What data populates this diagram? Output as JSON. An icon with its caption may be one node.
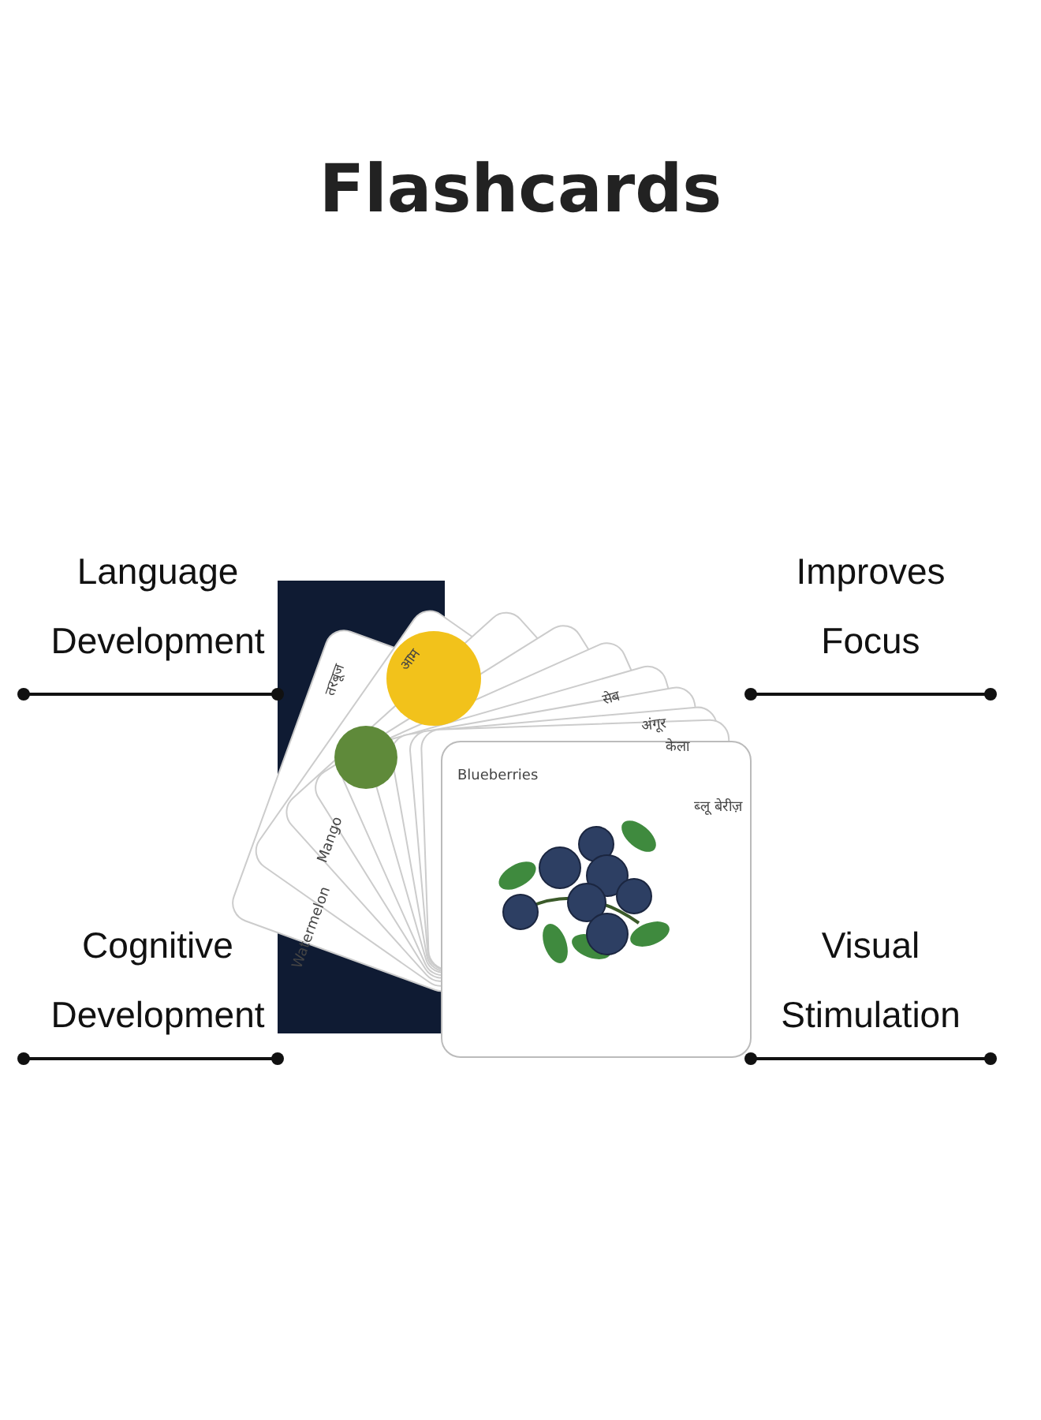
{
  "diagram": {
    "title": "Flashcards",
    "nodes": [
      {
        "text": [
          "Language Development"
        ]
      },
      {
        "text": [
          "Improves Focus"
        ]
      },
      {
        "text": [
          "Cognitive Development"
        ]
      },
      {
        "text": [
          "Visual Stimulation"
        ]
      },
      {
        "text": [],
        "shape": "picture"
      }
    ],
    "edges": [
      {
        "from": 0,
        "to": 4,
        "arrow": "other"
      },
      {
        "from": 1,
        "to": 4,
        "arrow": "other"
      },
      {
        "from": 2,
        "to": 4,
        "arrow": "other"
      },
      {
        "from": 3,
        "to": 4,
        "arrow": "other"
      }
    ],
    "labels": [
      "तरबूज",
      "आम",
      "सेब",
      "अंगूर",
      "केला",
      "Blueberries",
      "ब्लू बेरीज़",
      "Mango",
      "Watermelon"
    ]
  }
}
